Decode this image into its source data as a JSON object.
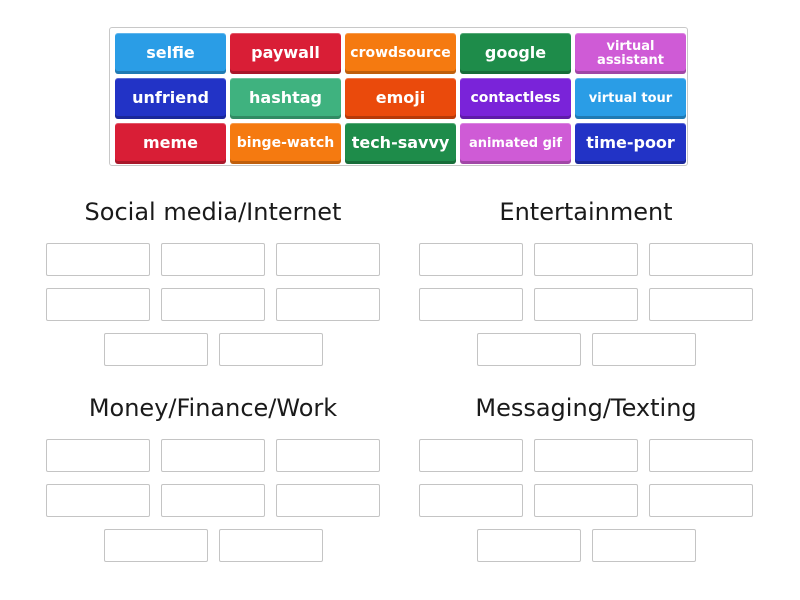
{
  "tiles": [
    {
      "label": "selfie",
      "color": "#2a9de6"
    },
    {
      "label": "paywall",
      "color": "#d91e36"
    },
    {
      "label": "crowdsource",
      "color": "#f57a10"
    },
    {
      "label": "google",
      "color": "#1e8c4a"
    },
    {
      "label": "virtual assistant",
      "color": "#cf5bd6"
    },
    {
      "label": "unfriend",
      "color": "#2233c6"
    },
    {
      "label": "hashtag",
      "color": "#3fb27f"
    },
    {
      "label": "emoji",
      "color": "#ea4a0c"
    },
    {
      "label": "contactless",
      "color": "#7a23d9"
    },
    {
      "label": "virtual tour",
      "color": "#2a9de6"
    },
    {
      "label": "meme",
      "color": "#d91e36"
    },
    {
      "label": "binge-watch",
      "color": "#f57a10"
    },
    {
      "label": "tech-savvy",
      "color": "#1e8c4a"
    },
    {
      "label": "animated gif",
      "color": "#cf5bd6"
    },
    {
      "label": "time-poor",
      "color": "#2233c6"
    }
  ],
  "groups": [
    {
      "title": "Social media/Internet",
      "slots": 8
    },
    {
      "title": "Entertainment",
      "slots": 8
    },
    {
      "title": "Money/Finance/Work",
      "slots": 8
    },
    {
      "title": "Messaging/Texting",
      "slots": 8
    }
  ]
}
